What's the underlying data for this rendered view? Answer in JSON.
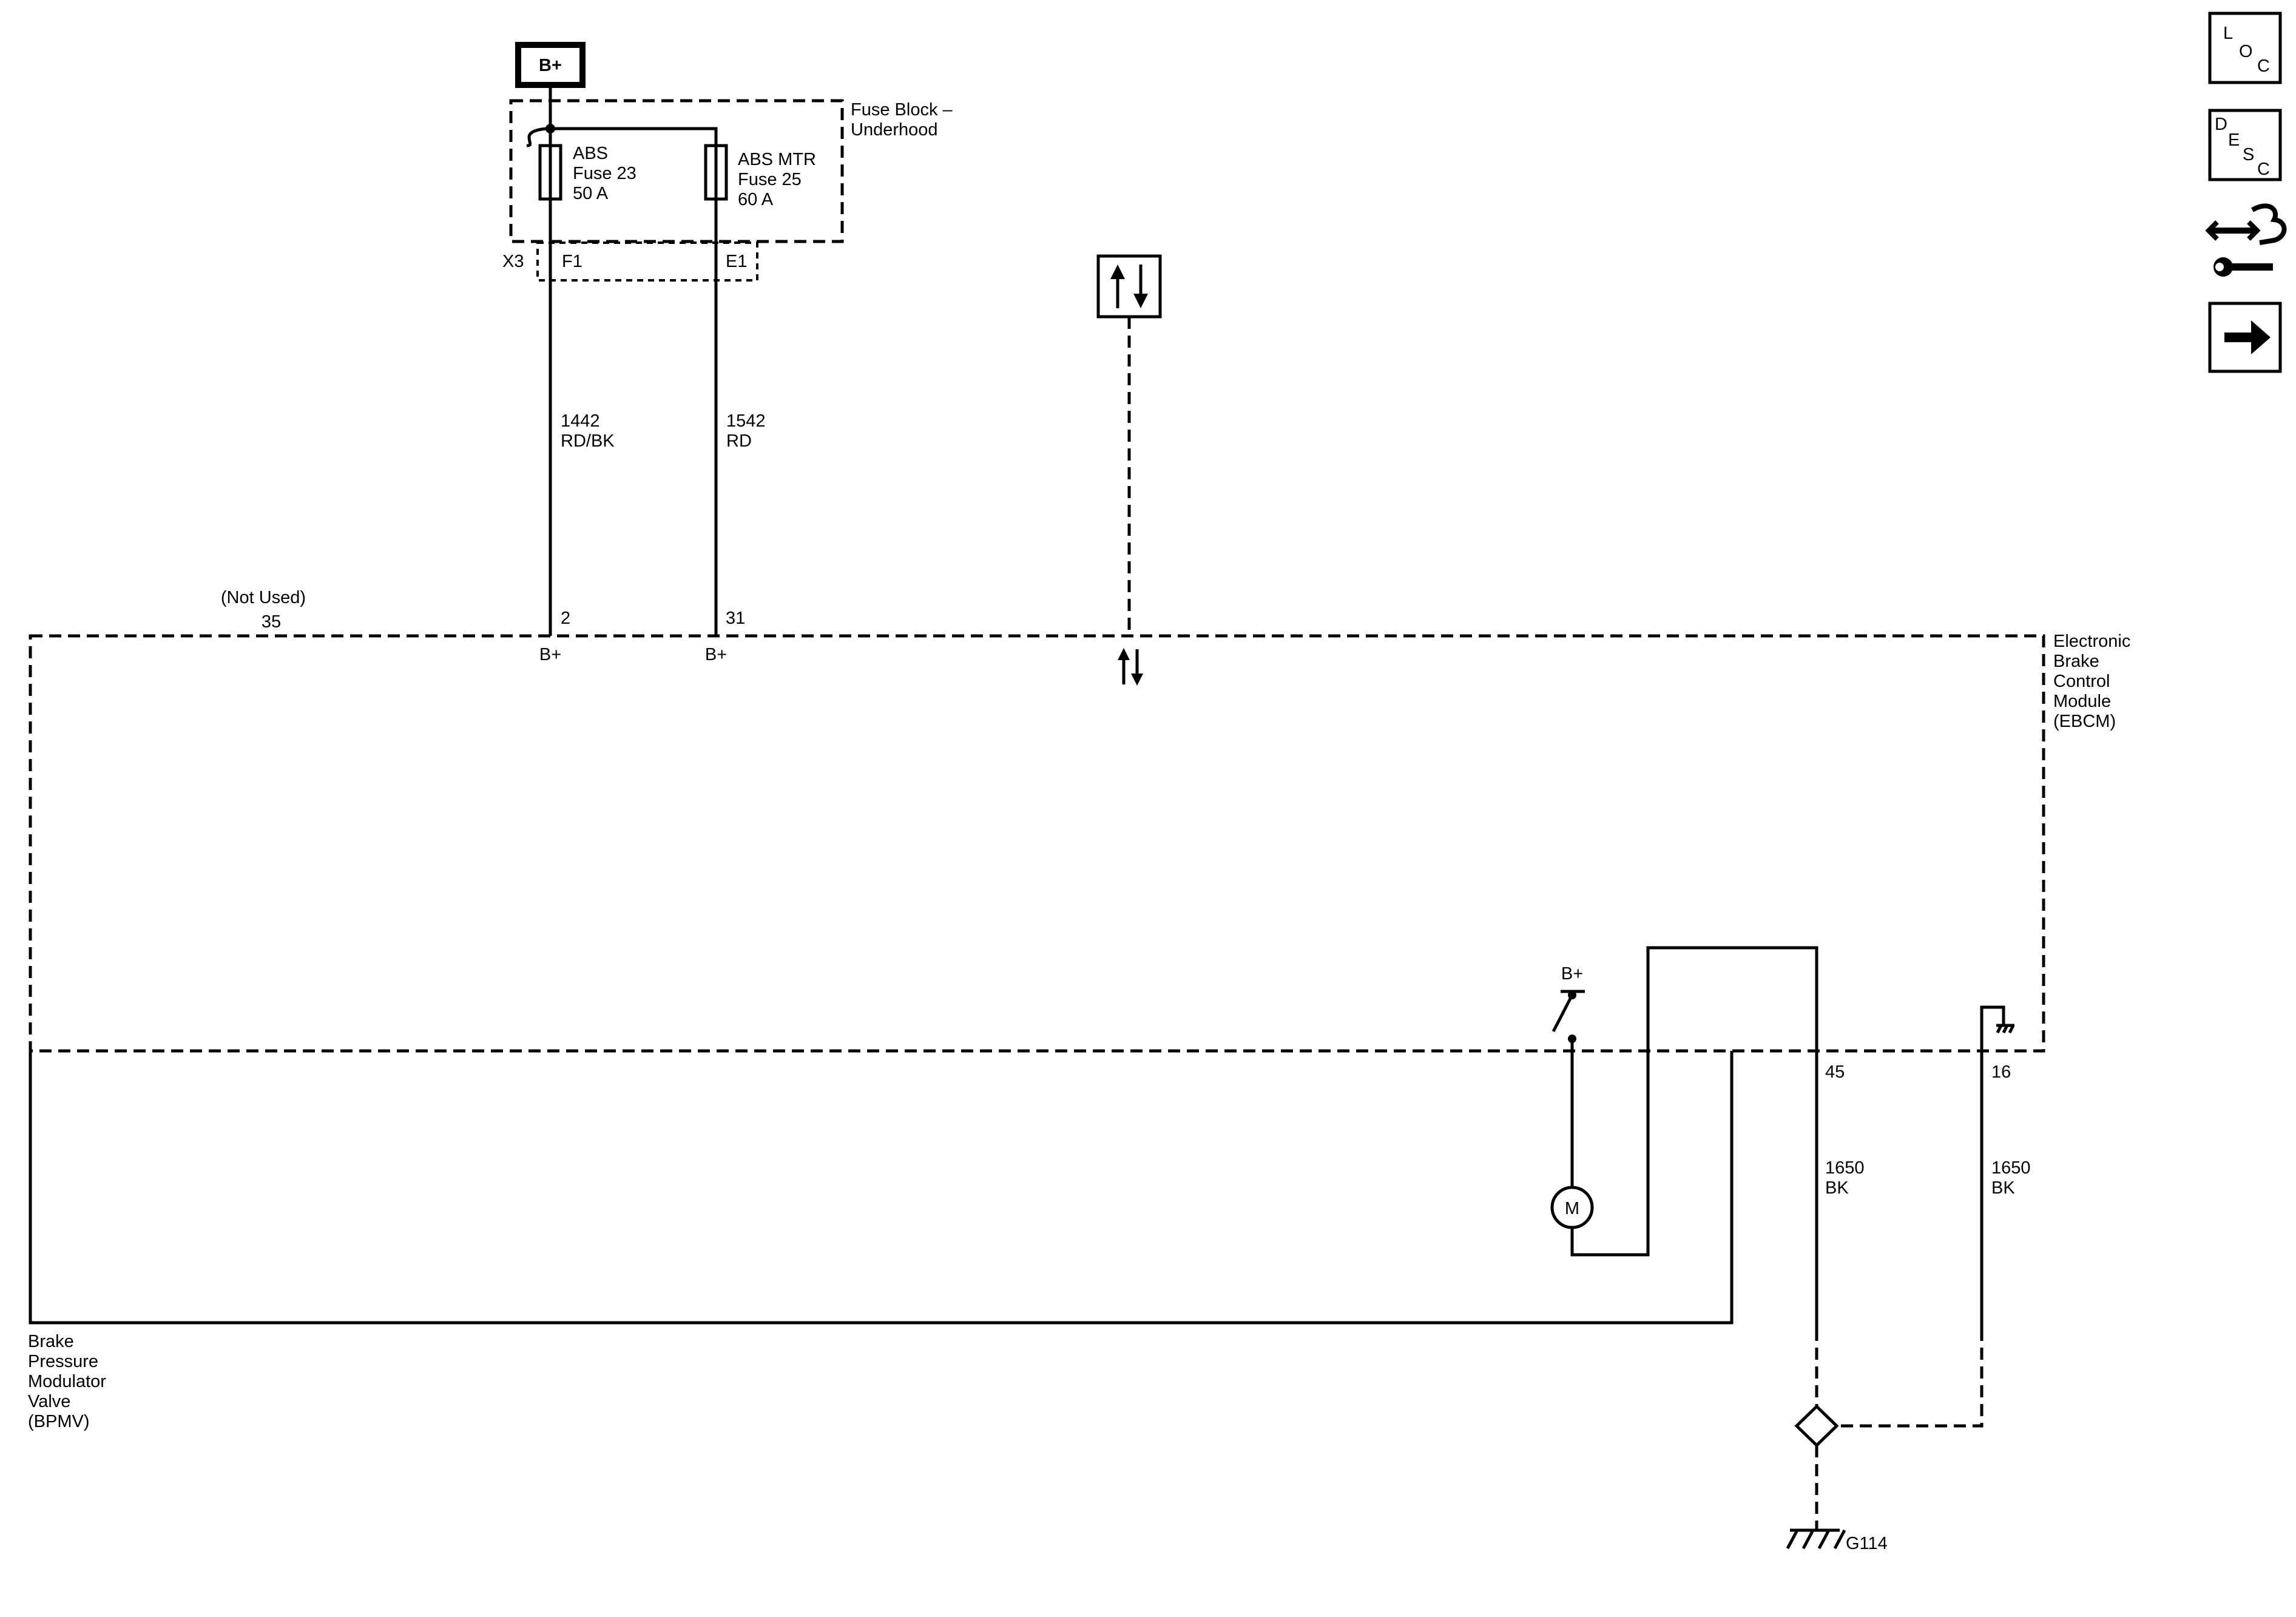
{
  "power_source": {
    "label": "B+"
  },
  "fuse_block": {
    "title_line1": "Fuse Block –",
    "title_line2": "Underhood",
    "connector": "X3",
    "fuses": [
      {
        "name": "ABS",
        "fuse": "Fuse 23",
        "rating": "50 A",
        "terminal": "F1"
      },
      {
        "name": "ABS MTR",
        "fuse": "Fuse 25",
        "rating": "60 A",
        "terminal": "E1"
      }
    ]
  },
  "wires": [
    {
      "circuit": "1442",
      "color": "RD/BK"
    },
    {
      "circuit": "1542",
      "color": "RD"
    },
    {
      "circuit": "1650",
      "color": "BK"
    },
    {
      "circuit": "1650",
      "color": "BK"
    }
  ],
  "ebcm": {
    "name_lines": [
      "Electronic",
      "Brake",
      "Control",
      "Module",
      "(EBCM)"
    ],
    "not_used_label": "(Not Used)",
    "pins": {
      "not_used": "35",
      "abs": "2",
      "abs_mtr": "31",
      "ground_a": "45",
      "ground_b": "16"
    },
    "internal_b_plus": [
      "B+",
      "B+",
      "B+"
    ],
    "motor_label": "M"
  },
  "bpmv": {
    "name_lines": [
      "Brake",
      "Pressure",
      "Modulator",
      "Valve",
      "(BPMV)"
    ]
  },
  "ground": {
    "label": "G114"
  },
  "nav_icons": [
    {
      "name": "loc-icon",
      "letters": [
        "L",
        "O",
        "C"
      ]
    },
    {
      "name": "desc-icon",
      "letters": [
        "D",
        "E",
        "S",
        "C"
      ]
    },
    {
      "name": "connector-repair-icon"
    },
    {
      "name": "next-arrow-icon"
    }
  ]
}
